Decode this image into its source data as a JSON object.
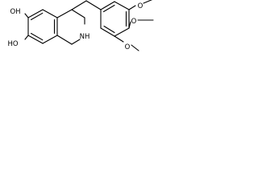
{
  "molecule": {
    "atom_labels": {
      "hydroxyl_top": "OH",
      "hydroxyl_bottom": "HO",
      "amine": "NH",
      "methoxy_top": "O",
      "methoxy_middle": "O",
      "methoxy_bottom": "O"
    },
    "colors": {
      "bond": "#000000",
      "label": "#000000",
      "background": "#ffffff"
    }
  }
}
